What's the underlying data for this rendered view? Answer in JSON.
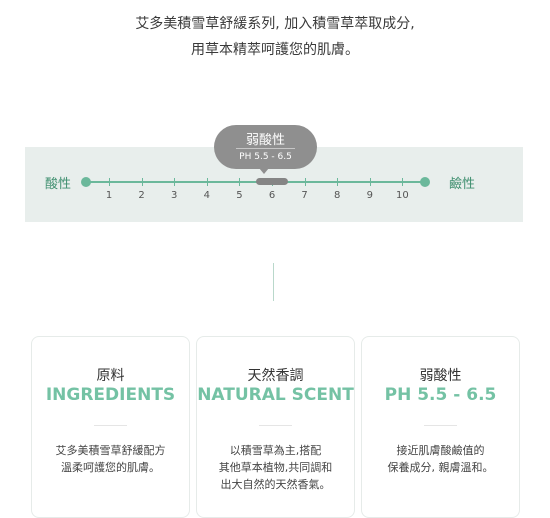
{
  "intro": {
    "line1": "艾多美積雪草舒緩系列, 加入積雪草萃取成分,",
    "line2": "用草本精萃呵護您的肌膚。"
  },
  "ph_scale": {
    "acid_label": "酸性",
    "alkaline_label": "鹼性",
    "ticks": [
      "1",
      "2",
      "3",
      "4",
      "5",
      "6",
      "7",
      "8",
      "9",
      "10"
    ],
    "highlight_range": [
      5.5,
      6.5
    ],
    "bubble_title": "弱酸性",
    "bubble_sub": "PH 5.5 - 6.5"
  },
  "cards": [
    {
      "zh": "原料",
      "en": "INGREDIENTS",
      "desc_l1": "艾多美積雪草舒緩配方",
      "desc_l2": "溫柔呵護您的肌膚。",
      "desc_l3": ""
    },
    {
      "zh": "天然香調",
      "en": "NATURAL SCENT",
      "desc_l1": "以積雪草為主,搭配",
      "desc_l2": "其他草本植物,共同調和",
      "desc_l3": "出大自然的天然香氣。"
    },
    {
      "zh": "弱酸性",
      "en": "PH 5.5 - 6.5",
      "desc_l1": "接近肌膚酸鹼值的",
      "desc_l2": "保養成分, 親膚溫和。",
      "desc_l3": ""
    }
  ],
  "colors": {
    "accent_green": "#74c2a4",
    "scale_green": "#6bb89b",
    "band_bg": "#e8eeec",
    "bubble_gray": "#8f8f8f"
  }
}
